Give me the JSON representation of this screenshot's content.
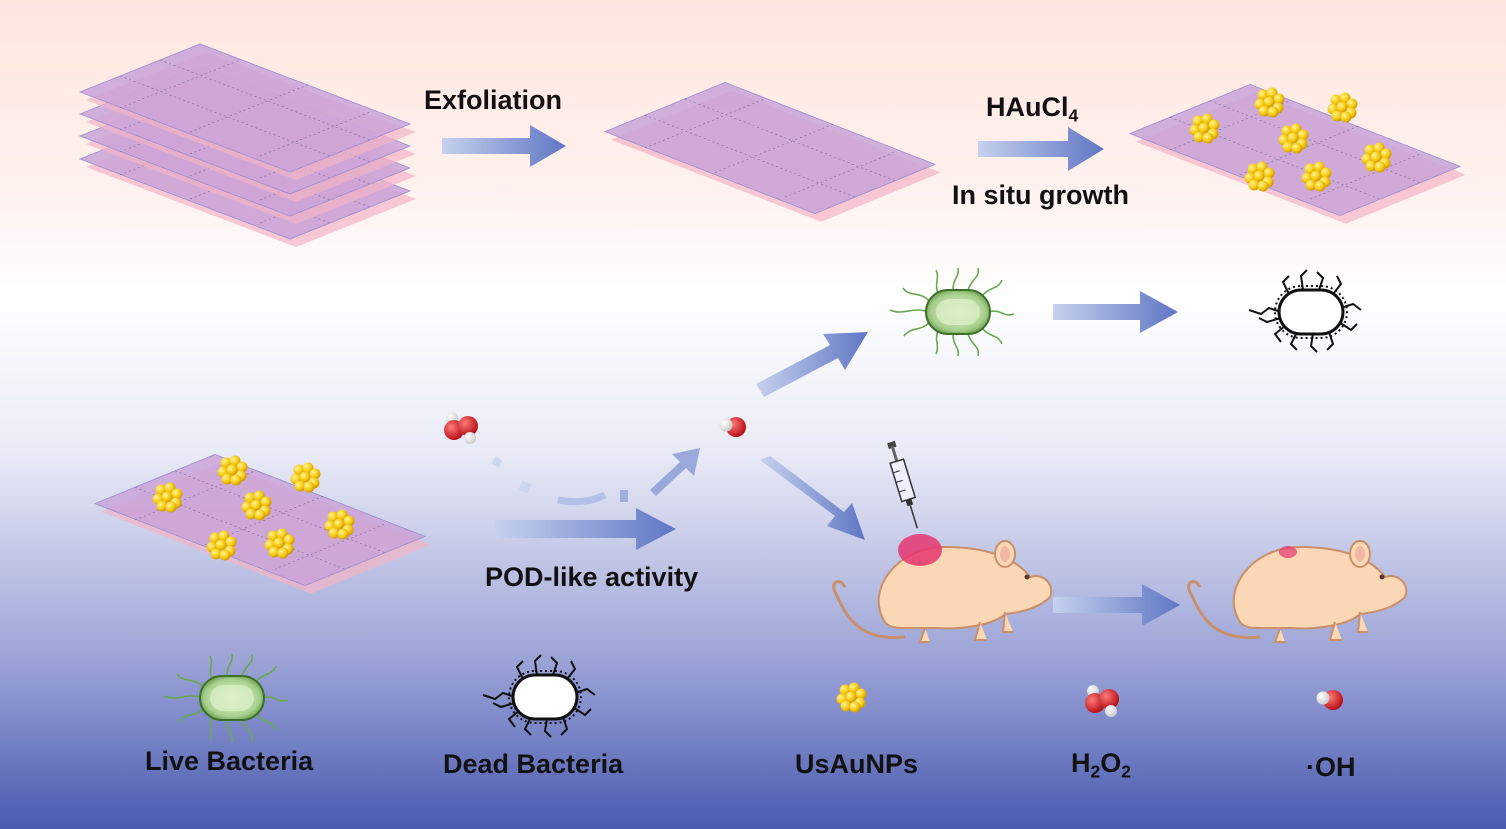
{
  "labels": {
    "exfoliation": "Exfoliation",
    "reagent": "HAuCl",
    "reagent_subscript": "4",
    "in_situ": "In situ growth",
    "pod": "POD-like activity"
  },
  "legend": [
    {
      "label": "Live Bacteria",
      "icon": "live-bacteria-icon"
    },
    {
      "label": "Dead Bacteria",
      "icon": "dead-bacteria-icon"
    },
    {
      "label": "UsAuNPs",
      "icon": "gold-nanoparticle-icon"
    },
    {
      "label": "H2O2",
      "icon": "h2o2-molecule-icon"
    },
    {
      "label": "·OH",
      "icon": "hydroxyl-radical-icon"
    }
  ],
  "h2o2": {
    "main": "H",
    "sub1": "2",
    "mid": "O",
    "sub2": "2"
  },
  "colors": {
    "sheet_pink": "#e9a3c8",
    "sheet_blue": "#b7b4ea",
    "gold": "#f5c518",
    "arrow": "#6a7fc9",
    "bacteria_green": "#a8d08d",
    "mouse": "#fbd7b5",
    "wound": "#e5366e",
    "oxygen": "#d8121b"
  }
}
